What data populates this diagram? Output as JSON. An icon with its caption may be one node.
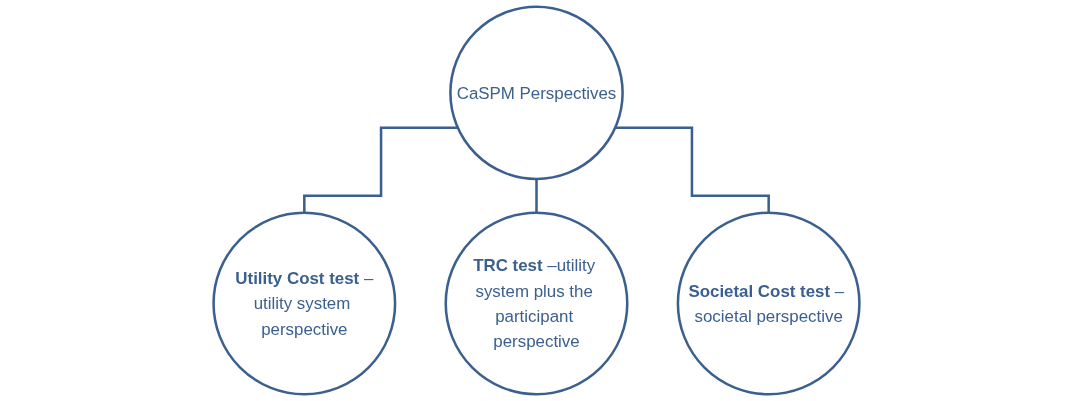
{
  "diagram": {
    "nodes": [
      {
        "text": [
          "CaSPM Perspectives"
        ]
      },
      {
        "text": [
          "**Utility Cost test** –utility system perspective"
        ]
      },
      {
        "text": [
          "**TRC test** –utility system plus the participant perspective"
        ]
      },
      {
        "text": [
          "**Societal Cost test** – societal perspective"
        ]
      }
    ],
    "edges": [
      {
        "from": 0,
        "to": 1,
        "arrow": "none"
      },
      {
        "from": 0,
        "to": 2,
        "arrow": "none"
      },
      {
        "from": 0,
        "to": 3,
        "arrow": "none"
      }
    ]
  }
}
